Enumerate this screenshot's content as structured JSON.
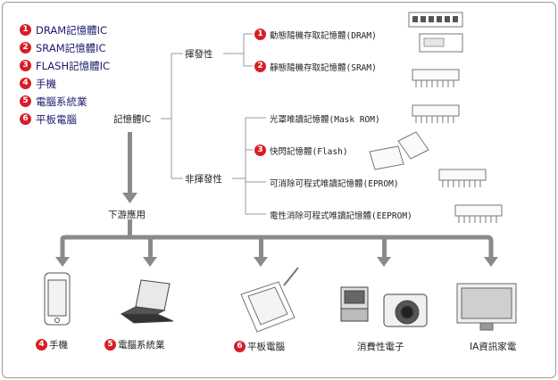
{
  "legend": {
    "items": [
      {
        "num": "1",
        "label": "DRAM記憶體IC"
      },
      {
        "num": "2",
        "label": "SRAM記憶體IC"
      },
      {
        "num": "3",
        "label": "FLASH記憶體IC"
      },
      {
        "num": "4",
        "label": "手機"
      },
      {
        "num": "5",
        "label": "電腦系統業"
      },
      {
        "num": "6",
        "label": "平板電腦"
      }
    ]
  },
  "tree": {
    "root": "記憶體IC",
    "volatile": "揮發性",
    "nonvolatile": "非揮發性",
    "downstream": "下游應用",
    "dram": {
      "num": "1",
      "label": "動態隨機存取記憶體(DRAM)"
    },
    "sram": {
      "num": "2",
      "label": "靜態隨機存取記憶體(SRAM)"
    },
    "maskrom": {
      "label": "光罩唯讀記憶體(Mask ROM)"
    },
    "flash": {
      "num": "3",
      "label": "快閃記憶體(Flash)"
    },
    "eprom": {
      "label": "可消除可程式唯讀記憶體(EPROM)"
    },
    "eeprom": {
      "label": "電性消除可程式唯讀記憶體(EEPROM)"
    }
  },
  "applications": [
    {
      "num": "4",
      "label": "手機",
      "icon": "mobile-phone-icon"
    },
    {
      "num": "5",
      "label": "電腦系統業",
      "icon": "laptop-icon"
    },
    {
      "num": "6",
      "label": "平板電腦",
      "icon": "tablet-icon"
    },
    {
      "num": "",
      "label": "消費性電子",
      "icon": "camera-console-icon"
    },
    {
      "num": "",
      "label": "IA資訊家電",
      "icon": "television-icon"
    }
  ],
  "colors": {
    "marker": "#d61f26",
    "legend_text": "#1a1a6e",
    "arrow": "#8a8a8a",
    "line": "#9a9a9a"
  }
}
